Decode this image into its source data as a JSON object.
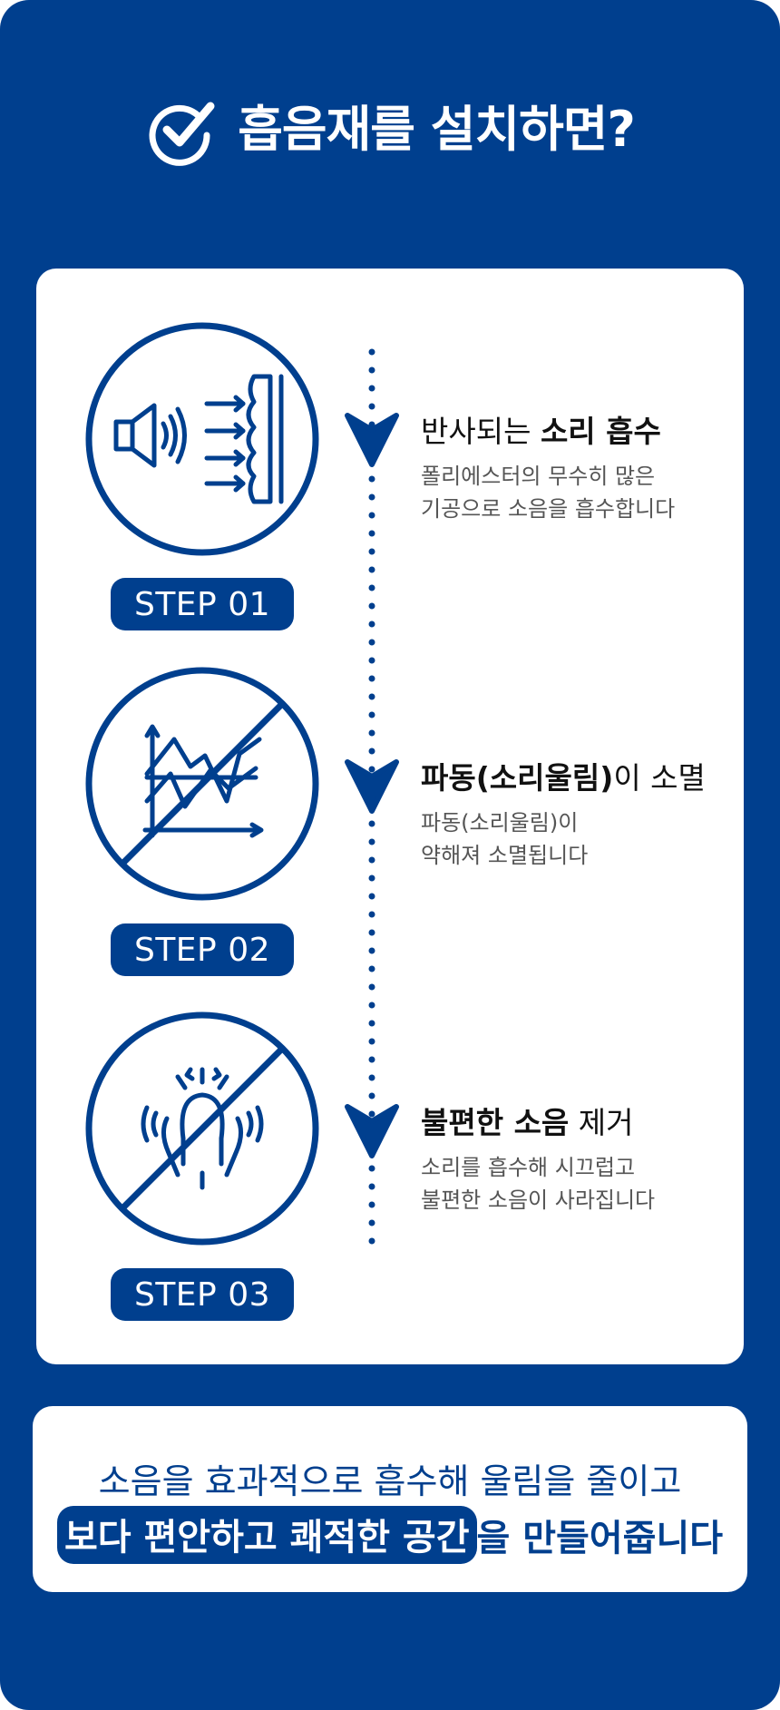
{
  "header": {
    "title": "흡음재를 설치하면?",
    "icon": "check-circle-icon"
  },
  "colors": {
    "brand": "#003f8e",
    "card": "#ffffff",
    "title_text": "#111111",
    "desc_text": "#555555"
  },
  "steps": [
    {
      "badge": "STEP 01",
      "icon": "speaker-absorption-icon",
      "title_prefix": "반사되는 ",
      "title_bold": "소리 흡수",
      "title_suffix": "",
      "desc_line1": "폴리에스터의 무수히 많은",
      "desc_line2": "기공으로 소음을 흡수합니다"
    },
    {
      "badge": "STEP 02",
      "icon": "no-wave-chart-icon",
      "title_prefix": "",
      "title_bold": "파동(소리울림)",
      "title_suffix": "이 소멸",
      "desc_line1": "파동(소리울림)이",
      "desc_line2": "약해져 소멸됩니다"
    },
    {
      "badge": "STEP 03",
      "icon": "no-noise-head-icon",
      "title_prefix": "",
      "title_bold": "불편한 소음",
      "title_suffix": " 제거",
      "desc_line1": "소리를 흡수해 시끄럽고",
      "desc_line2": "불편한 소음이 사라집니다"
    }
  ],
  "summary": {
    "line1": "소음을 효과적으로 흡수해 울림을 줄이고",
    "line2_highlight": "보다 편안하고 쾌적한 공간",
    "line2_rest": "을 만들어줍니다"
  }
}
